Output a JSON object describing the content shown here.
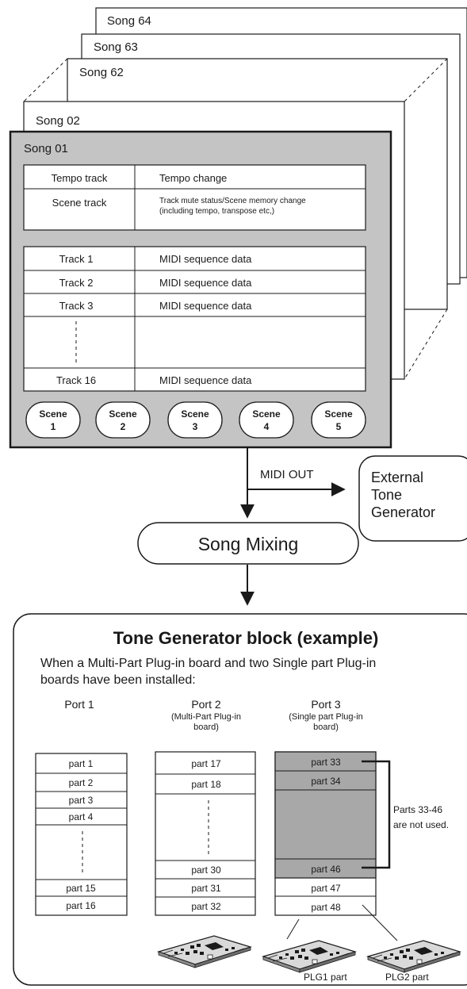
{
  "songs": {
    "song64": "Song 64",
    "song63": "Song 63",
    "song62": "Song 62",
    "song02": "Song 02",
    "song01": "Song 01"
  },
  "song01": {
    "tempo_track": {
      "name": "Tempo track",
      "content": "Tempo change"
    },
    "scene_track": {
      "name": "Scene track",
      "content_lines": [
        "Track mute status/Scene memory change",
        "(including tempo, transpose etc,)"
      ]
    },
    "tracks": [
      {
        "name": "Track 1",
        "content": "MIDI sequence data"
      },
      {
        "name": "Track 2",
        "content": "MIDI sequence data"
      },
      {
        "name": "Track 3",
        "content": "MIDI sequence data"
      },
      {
        "name": "Track 16",
        "content": "MIDI sequence data"
      }
    ],
    "scenes": [
      {
        "label": "Scene",
        "number": "1"
      },
      {
        "label": "Scene",
        "number": "2"
      },
      {
        "label": "Scene",
        "number": "3"
      },
      {
        "label": "Scene",
        "number": "4"
      },
      {
        "label": "Scene",
        "number": "5"
      }
    ]
  },
  "midi_out": "MIDI OUT",
  "external_tone_generator": [
    "External",
    "Tone",
    "Generator"
  ],
  "song_mixing": "Song Mixing",
  "tone_generator": {
    "title": "Tone Generator block (example)",
    "description_lines": [
      "When a Multi-Part Plug-in board and two Single part Plug-in",
      "boards have been installed:"
    ],
    "ports": [
      {
        "name": "Port 1",
        "note_lines": []
      },
      {
        "name": "Port 2",
        "note_lines": [
          "(Multi-Part Plug-in",
          "board)"
        ]
      },
      {
        "name": "Port 3",
        "note_lines": [
          "(Single part Plug-in",
          "board)"
        ]
      }
    ],
    "port1_parts": [
      "part 1",
      "part 2",
      "part 3",
      "part 4",
      "part 15",
      "part 16"
    ],
    "port2_parts": [
      "part 17",
      "part 18",
      "part 30",
      "part 31",
      "part 32"
    ],
    "port3_parts": [
      "part 33",
      "part 34",
      "part 46",
      "part 47",
      "part 48"
    ],
    "unused_note": [
      "Parts 33-46",
      "are not used."
    ],
    "plg1_label": "PLG1 part",
    "plg2_label": "PLG2 part"
  },
  "colors": {
    "song01_fill": "#c4c4c4",
    "unused_fill": "#a8a8a8",
    "board_fill": "#d9d9d9"
  }
}
